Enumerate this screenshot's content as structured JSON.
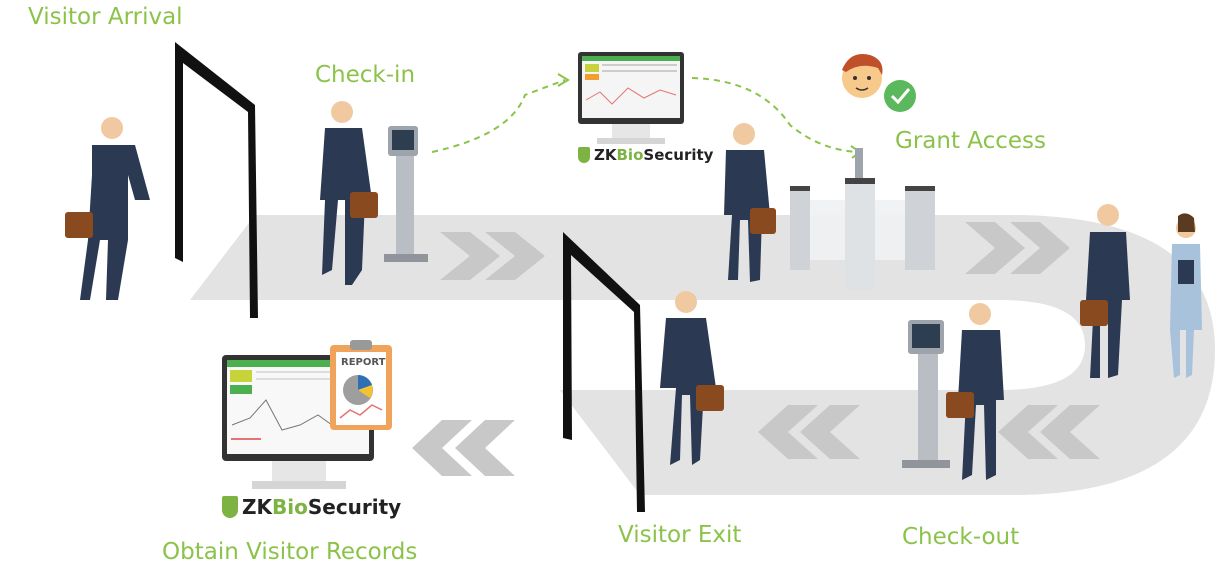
{
  "colors": {
    "label_green": "#8bc34a",
    "path_gray": "#e3e3e3",
    "chevron_gray": "#c8c8c8",
    "suit_navy": "#2b3a52",
    "briefcase_brown": "#8a4a1f",
    "door_black": "#111111",
    "dash_green": "#8bc34a",
    "check_green": "#5cb85c",
    "report_orange": "#f0a35a"
  },
  "steps": {
    "visitor_arrival": "Visitor Arrival",
    "check_in": "Check-in",
    "grant_access": "Grant Access",
    "visitor_exit": "Visitor Exit",
    "check_out": "Check-out",
    "obtain_records": "Obtain Visitor Records"
  },
  "logo_top": {
    "zk": "ZK",
    "bio": "Bio",
    "security": "Security"
  },
  "logo_bottom": {
    "zk": "ZK",
    "bio": "Bio",
    "security": "Security"
  },
  "report": {
    "title": "REPORT"
  },
  "icons": {
    "check_in": "kiosk-icon",
    "grant_access": "face-check-icon",
    "monitor": "monitor-icon",
    "turnstile": "turnstile-icon",
    "report": "report-clipboard-icon"
  }
}
